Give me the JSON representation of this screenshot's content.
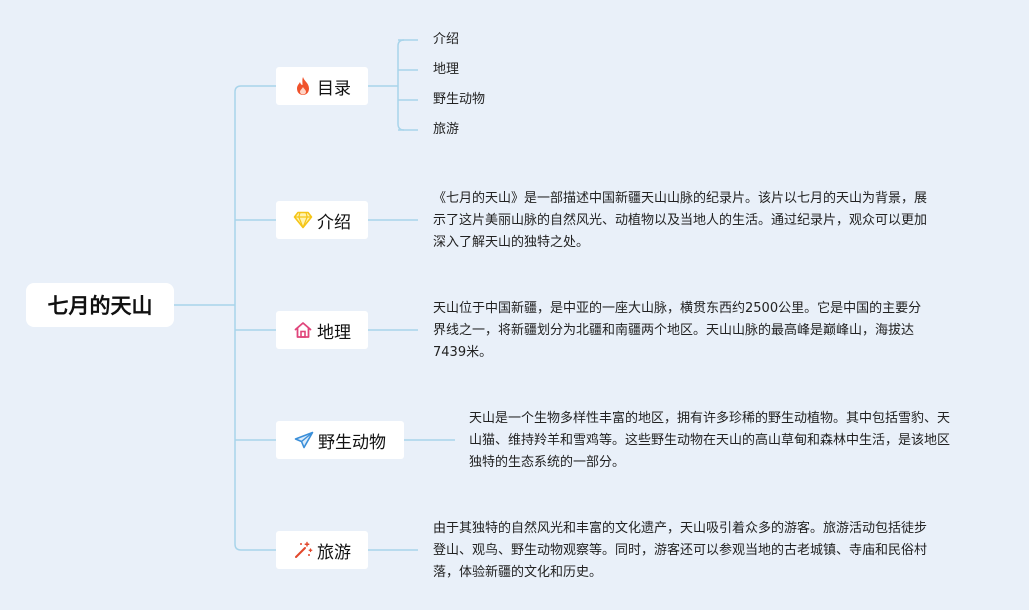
{
  "root": {
    "title": "七月的天山"
  },
  "topics": {
    "toc": {
      "label": "目录",
      "icon": "fire-icon",
      "items": [
        "介绍",
        "地理",
        "野生动物",
        "旅游"
      ]
    },
    "intro": {
      "label": "介绍",
      "icon": "diamond-icon",
      "text": "《七月的天山》是一部描述中国新疆天山山脉的纪录片。该片以七月的天山为背景，展示了这片美丽山脉的自然风光、动植物以及当地人的生活。通过纪录片，观众可以更加深入了解天山的独特之处。"
    },
    "geography": {
      "label": "地理",
      "icon": "home-icon",
      "text": "天山位于中国新疆，是中亚的一座大山脉，横贯东西约2500公里。它是中国的主要分界线之一，将新疆划分为北疆和南疆两个地区。天山山脉的最高峰是巅峰山，海拔达7439米。"
    },
    "wildlife": {
      "label": "野生动物",
      "icon": "paper-plane-icon",
      "text": "天山是一个生物多样性丰富的地区，拥有许多珍稀的野生动植物。其中包括雪豹、天山猫、维持羚羊和雪鸡等。这些野生动物在天山的高山草甸和森林中生活，是该地区独特的生态系统的一部分。"
    },
    "tourism": {
      "label": "旅游",
      "icon": "magic-wand-icon",
      "text": "由于其独特的自然风光和丰富的文化遗产，天山吸引着众多的游客。旅游活动包括徒步登山、观鸟、野生动物观察等。同时，游客还可以参观当地的古老城镇、寺庙和民俗村落，体验新疆的文化和历史。"
    }
  },
  "colors": {
    "background": "#e9f0f9",
    "connector": "#a8d4ea",
    "node_fill": "#ffffff",
    "fire_icon": "#f0522b",
    "diamond_icon": "#f5c518",
    "home_icon": "#e0457b",
    "plane_icon": "#3b8fd9",
    "wand_icon": "#e2482c"
  }
}
